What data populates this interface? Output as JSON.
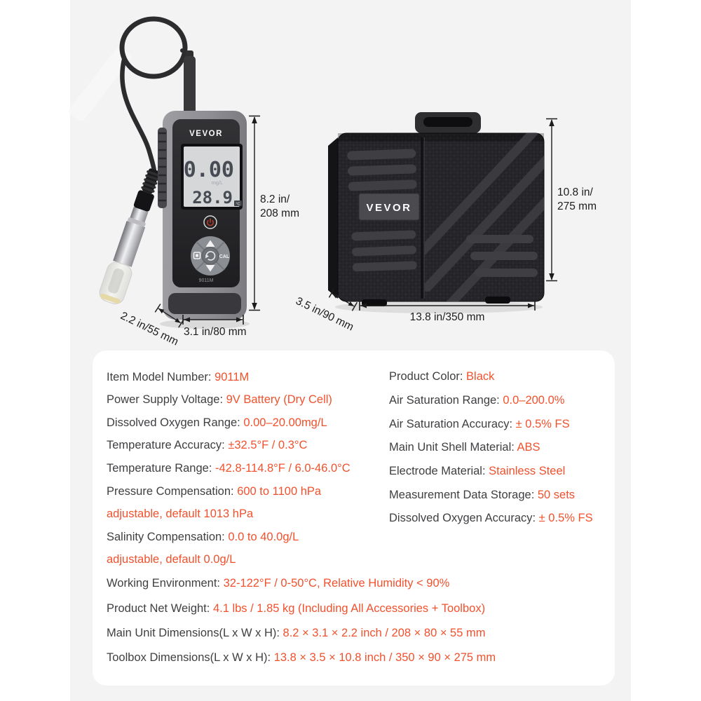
{
  "page": {
    "background_color": "#f3f3f4",
    "accent_color": "#f1512d",
    "label_color": "#3f3f42"
  },
  "meter": {
    "brand": "VEVOR",
    "model_label": "9011M",
    "display": {
      "primary_value": "0.00",
      "primary_unit": "mg/L",
      "secondary_value": "28.9",
      "secondary_unit": "°C"
    },
    "buttons": {
      "cal_label": "CAL"
    }
  },
  "toolbox": {
    "brand": "VEVOR"
  },
  "annotations": {
    "meter_height": {
      "line1": "8.2 in/",
      "line2": "208 mm"
    },
    "meter_depth": "2.2 in/55 mm",
    "meter_width": "3.1 in/80 mm",
    "case_height": {
      "line1": "10.8 in/",
      "line2": "275 mm"
    },
    "case_depth": "3.5 in/90 mm",
    "case_width": "13.8 in/350 mm"
  },
  "specs": {
    "left": [
      {
        "label": "Item Model Number: ",
        "value": "9011M"
      },
      {
        "label": "Power Supply Voltage: ",
        "value": "9V Battery (Dry Cell)"
      },
      {
        "label": "Dissolved Oxygen Range: ",
        "value": "0.00–20.00mg/L"
      },
      {
        "label": "Temperature Accuracy: ",
        "value": "±32.5°F / 0.3°C"
      },
      {
        "label": "Temperature Range: ",
        "value": "-42.8-114.8°F / 6.0-46.0°C"
      },
      {
        "label": "Pressure Compensation: ",
        "value": "600 to 1100 hPa",
        "value2": "adjustable, default 1013 hPa"
      },
      {
        "label": "Salinity Compensation: ",
        "value": "0.0 to 40.0g/L",
        "value2": "adjustable, default 0.0g/L"
      }
    ],
    "right": [
      {
        "label": "Product Color: ",
        "value": "Black"
      },
      {
        "label": "Air Saturation Range: ",
        "value": "0.0–200.0%"
      },
      {
        "label": "Air Saturation Accuracy: ",
        "value": "± 0.5% FS"
      },
      {
        "label": "Main Unit Shell Material: ",
        "value": "ABS"
      },
      {
        "label": "Electrode Material: ",
        "value": "Stainless Steel"
      },
      {
        "label": "Measurement Data Storage: ",
        "value": "50 sets"
      },
      {
        "label": "Dissolved Oxygen Accuracy: ",
        "value": "± 0.5% FS"
      }
    ],
    "full": [
      {
        "label": "Working Environment: ",
        "value": "32-122°F / 0-50°C, Relative Humidity < 90%"
      },
      {
        "label": "Product Net Weight: ",
        "value": "4.1 lbs / 1.85 kg (Including All Accessories + Toolbox)"
      },
      {
        "label": "Main Unit Dimensions(L x W x H): ",
        "value": "8.2 × 3.1 × 2.2 inch / 208 × 80 × 55 mm"
      },
      {
        "label": "Toolbox Dimensions(L x W x H): ",
        "value": "13.8 × 3.5 × 10.8 inch / 350 × 90 × 275 mm"
      }
    ]
  }
}
